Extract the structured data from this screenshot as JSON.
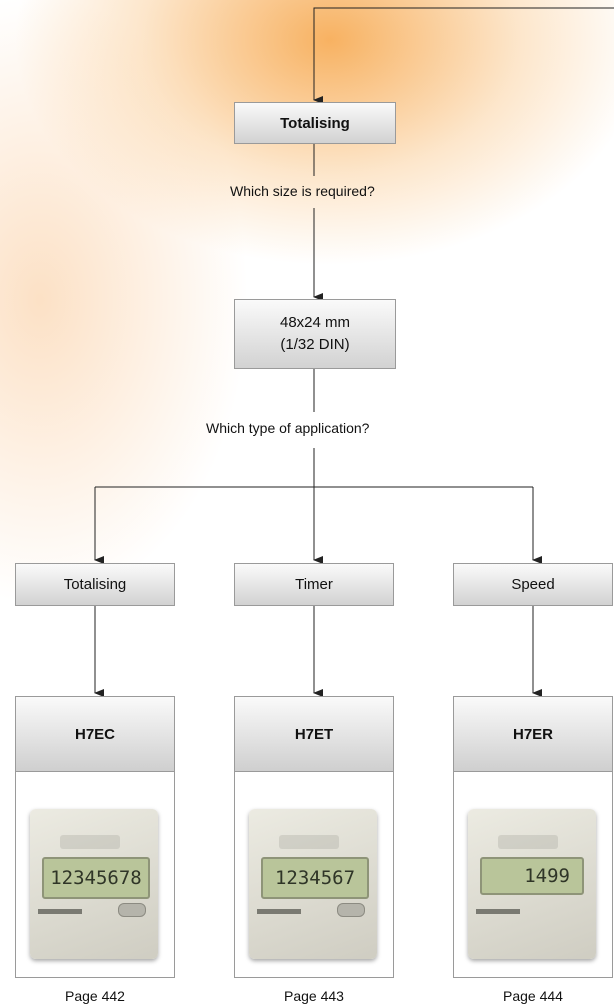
{
  "root": {
    "label": "Totalising"
  },
  "q1": "Which size is required?",
  "size": {
    "line1": "48x24 mm",
    "line2": "(1/32 DIN)"
  },
  "q2": "Which type of application?",
  "branches": [
    {
      "label": "Totalising",
      "product": "H7EC",
      "display": "12345678",
      "page": "Page 442"
    },
    {
      "label": "Timer",
      "product": "H7ET",
      "display": "1234567",
      "page": "Page 443"
    },
    {
      "label": "Speed",
      "product": "H7ER",
      "display": "1499",
      "page": "Page 444"
    }
  ]
}
